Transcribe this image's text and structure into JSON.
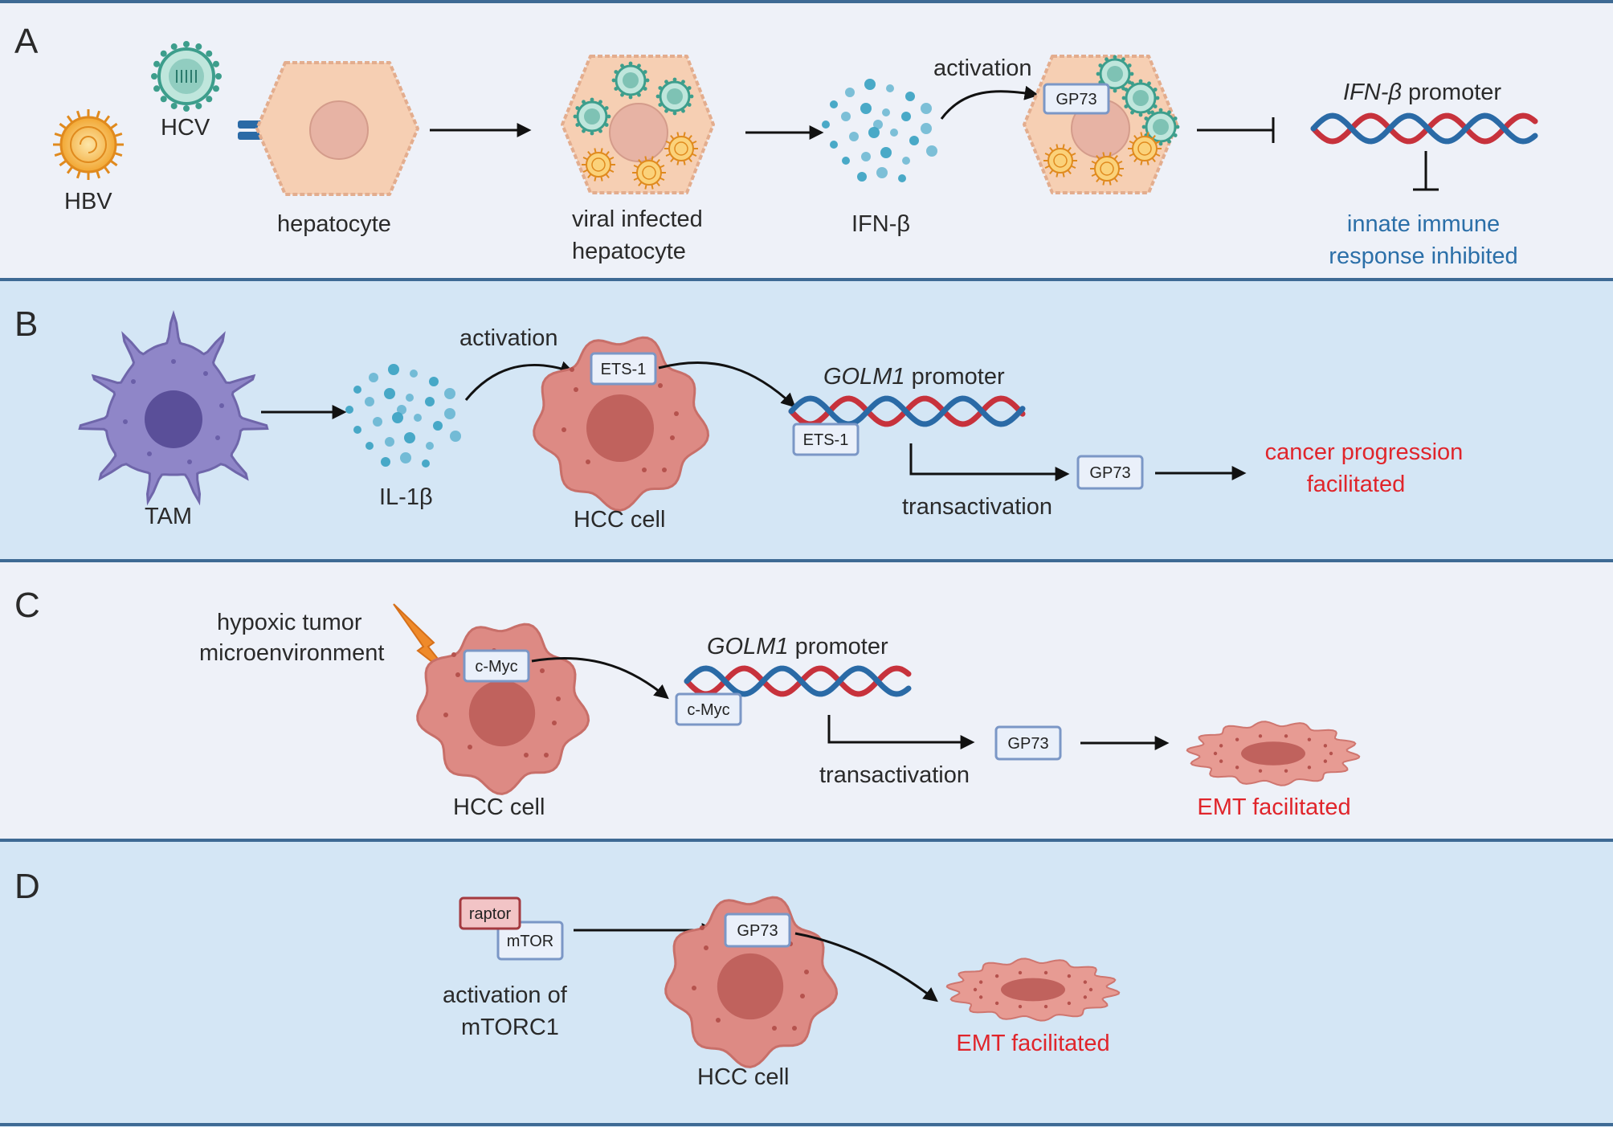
{
  "panels": [
    {
      "letter": "A",
      "fill": "#eef1f8"
    },
    {
      "letter": "B",
      "fill": "#d4e6f5"
    },
    {
      "letter": "C",
      "fill": "#eef1f8"
    },
    {
      "letter": "D",
      "fill": "#d4e6f5"
    }
  ],
  "colors": {
    "border": "#3e6a94",
    "hepatocyte": "#f6cfb3",
    "hcc_cell": "#dd8a84",
    "tam": "#8f86c8",
    "hcv": "#3d9e8c",
    "hbv": "#f2a733",
    "dna_red": "#c7323c",
    "dna_blue": "#2a6aa6",
    "cytokine": "#3fa4c4",
    "outcome_blue": "#2b6fa8",
    "outcome_red": "#e0252b"
  },
  "panelA": {
    "hbv": "HBV",
    "hcv": "HCV",
    "hepatocyte": "hepatocyte",
    "infected_line1": "viral infected",
    "infected_line2": "hepatocyte",
    "ifn": "IFN-β",
    "activation": "activation",
    "gp73": "GP73",
    "promoter_gene": "IFN-β",
    "promoter_word": " promoter",
    "outcome_line1": "innate immune",
    "outcome_line2": "response inhibited"
  },
  "panelB": {
    "tam": "TAM",
    "il": "IL-1β",
    "activation": "activation",
    "ets_cell": "ETS-1",
    "hcc": "HCC cell",
    "promoter_gene": "GOLM1",
    "promoter_word": " promoter",
    "ets_dna": "ETS-1",
    "transactivation": "transactivation",
    "gp73": "GP73",
    "outcome_line1": "cancer progression",
    "outcome_line2": "facilitated"
  },
  "panelC": {
    "hypoxic_line1": "hypoxic tumor",
    "hypoxic_line2": "microenvironment",
    "cmyc_cell": "c-Myc",
    "hcc": "HCC cell",
    "promoter_gene": "GOLM1",
    "promoter_word": " promoter",
    "cmyc_dna": "c-Myc",
    "transactivation": "transactivation",
    "gp73": "GP73",
    "outcome": "EMT  facilitated"
  },
  "panelD": {
    "raptor": "raptor",
    "mtor": "mTOR",
    "activation_line1": "activation of",
    "activation_line2": "mTORC1",
    "gp73": "GP73",
    "hcc": "HCC cell",
    "outcome": "EMT  facilitated"
  }
}
